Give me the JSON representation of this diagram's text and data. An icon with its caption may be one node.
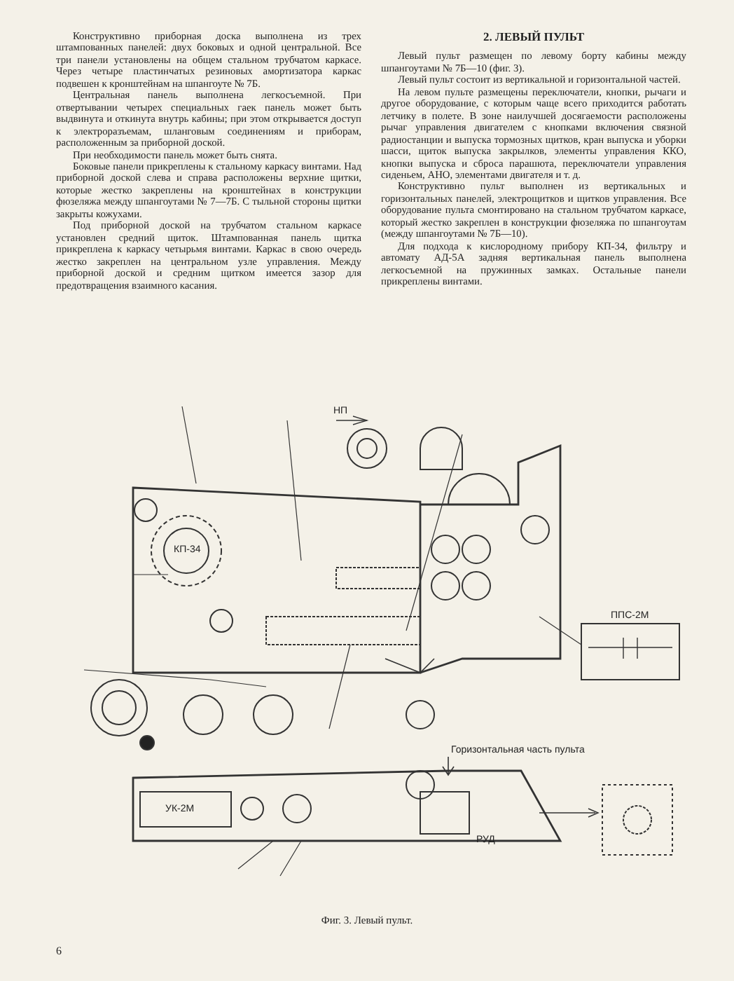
{
  "diagram": {
    "title": "2. ЛЕВЫЙ ПУЛЬТ",
    "caption": "Фиг. 3. Левый пульт.",
    "labels": [
      "Конструктивно приборная доска выполнена из трех штампованных панелей: двух боковых и одной центральной. Все три панели установлены на общем стальном трубчатом каркасе. Через четыре пластинчатых резиновых амортизатора каркас подвешен к кронштейнам на шпангоуте № 7Б.",
      "Центральная панель выполнена легкосъемной. При отвертывании четырех специальных гаек панель может быть выдвинута и откинута внутрь кабины; при этом открывается доступ к электроразъемам, шланговым соединениям и приборам, расположенным за приборной доской.",
      "При необходимости панель может быть снята.",
      "Боковые панели прикреплены к стальному каркасу винтами. Над приборной доской слева и справа расположены верхние щитки, которые жестко закреплены на кронштейнах в конструкции фюзеляжа между шпангоутами № 7—7Б. С тыльной стороны щитки закрыты кожухами.",
      "Под приборной доской на трубчатом стальном каркасе установлен средний щиток. Штампованная панель щитка прикреплена к каркасу четырьмя винтами. Каркас в свою очередь жестко закреплен на центральном узле управления. Между приборной доской и средним щитком имеется зазор для предотвращения взаимного касания.",
      "Левый пульт размещен по левому борту кабины между шпангоутами № 7Б—10 (фиг. 3).",
      "Левый пульт состоит из вертикальной и горизонтальной частей.",
      "На левом пульте размещены переключатели, кнопки, рычаги и другое оборудование, с которым чаще всего приходится работать летчику в полете. В зоне наилучшей досягаемости расположены рычаг управления двигателем с кнопками включения связной радиостанции и выпуска тормозных щитков, кран выпуска и уборки шасси, щиток выпуска закрылков, элементы управления ККО, кнопки выпуска и сброса парашюта, переключатели управления сиденьем, АНО, элементами двигателя и т. д.",
      "Конструктивно пульт выполнен из вертикальных и горизонтальных панелей, электрощитков и щитков управления. Все оборудование пульта смонтировано на стальном трубчатом каркасе, который жестко закреплен в конструкции фюзеляжа по шпангоутам (между шпангоутами № 7Б—10).",
      "Для подхода к кислородному прибору КП-34, фильтру и автомату АД-5А задняя вертикальная панель выполнена легкосъемной на пружинных замках. Остальные панели прикреплены винтами.",
      "НП",
      "КП-34",
      "ППС-2М",
      "Горизонтальная часть пульта",
      "УК-2М",
      "РУД",
      "6"
    ]
  }
}
